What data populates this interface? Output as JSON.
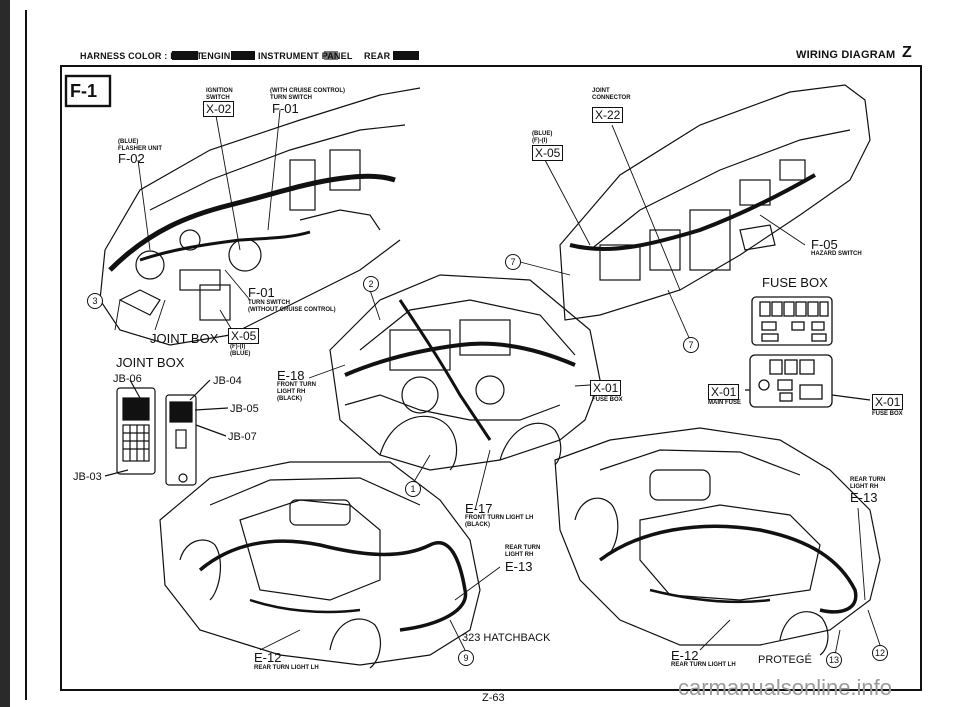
{
  "header": {
    "harness_color_label": "HARNESS COLOR : FRONT",
    "engine_label": "ENGINE",
    "instrument_panel_label": "INSTRUMENT PANEL",
    "rear_label": "REAR",
    "title": "WIRING DIAGRAM",
    "section_letter": "Z"
  },
  "diagram_code": "F-1",
  "labels": {
    "ignition_switch": "IGNITION\nSWITCH",
    "x02": "X-02",
    "with_cruise": "(WITH CRUISE CONTROL)\nTURN SWITCH",
    "f01_top": "F-01",
    "blue_flasher": "(BLUE)\nFLASHER UNIT",
    "f02": "F-02",
    "joint_connector": "JOINT\nCONNECTOR",
    "x22": "X-22",
    "blue_f_ii": "(BLUE)\n(F)-(I)",
    "x05_mid": "X-05",
    "f05": "F-05",
    "hazard_switch": "HAZARD SWITCH",
    "fuse_box_title": "FUSE BOX",
    "f01_mid": "F-01",
    "turn_switch_without": "TURN SWITCH\n(WITHOUT CRUISE CONTROL)",
    "joint_box_1": "JOINT BOX",
    "x05_left": "X-05",
    "f_ii_blue": "(F)-(I)\n(BLUE)",
    "joint_box_2": "JOINT BOX",
    "jb06": "JB-06",
    "jb04": "JB-04",
    "jb05": "JB-05",
    "jb07": "JB-07",
    "jb03": "JB-03",
    "e18": "E-18",
    "front_turn_rh": "FRONT TURN\nLIGHT RH\n(BLACK)",
    "x01_center": "X-01",
    "fuse_box_center": "FUSE BOX",
    "x01_right_a": "X-01",
    "main_fuse": "MAIN FUSE",
    "x01_right_b": "X-01",
    "fuse_box_right": "FUSE BOX",
    "e17": "E-17",
    "front_turn_lh": "FRONT TURN LIGHT LH\n(BLACK)",
    "rear_turn_rh_center": "REAR TURN\nLIGHT RH",
    "e13_center": "E-13",
    "rear_turn_rh_right": "REAR TURN\nLIGHT RH",
    "e13_right": "E-13",
    "hatchback": "323 HATCHBACK",
    "e12_left": "E-12",
    "rear_turn_lh_left": "REAR TURN LIGHT LH",
    "e12_right": "E-12",
    "rear_turn_lh_right": "REAR TURN LIGHT LH",
    "protege": "PROTEGÉ",
    "circled_3": "3",
    "circled_2": "2",
    "circled_7a": "7",
    "circled_7b": "7",
    "circled_1": "1",
    "circled_9": "9",
    "circled_13": "13",
    "circled_12": "12",
    "page_number": "Z-63",
    "watermark": "carmanualsonline.info"
  },
  "colors": {
    "ink": "#111111",
    "paper": "#ffffff",
    "watermark": "#9a9a9a"
  }
}
